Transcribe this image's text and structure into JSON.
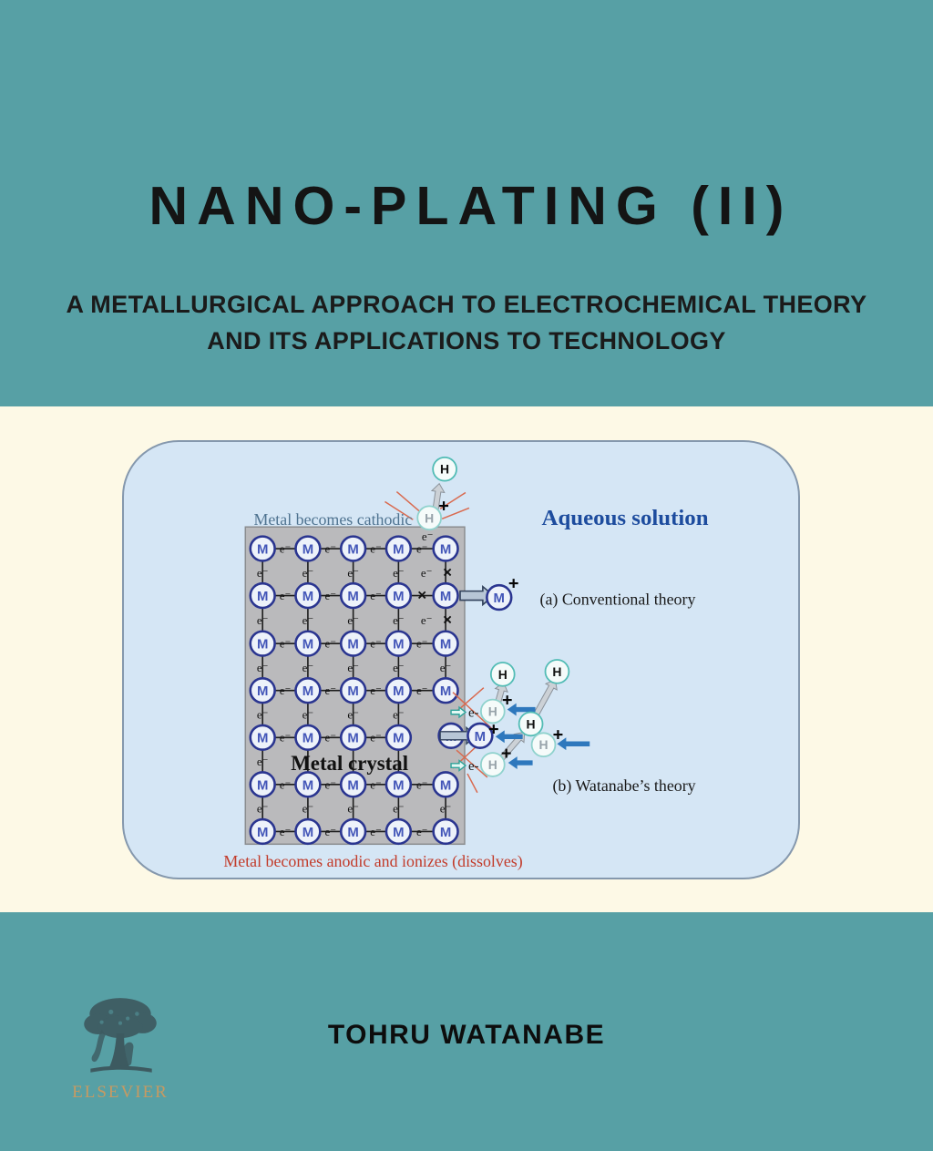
{
  "cover": {
    "title": "NANO-PLATING (II)",
    "subtitle_line1": "A METALLURGICAL APPROACH TO ELECTROCHEMICAL THEORY",
    "subtitle_line2": "AND ITS APPLICATIONS TO TECHNOLOGY",
    "author": "TOHRU WATANABE",
    "publisher": "ELSEVIER"
  },
  "colors": {
    "band_teal": "#57a0a5",
    "cream": "#fdf9e6",
    "panel_fill": "#d5e6f5",
    "panel_border": "#8598ad",
    "crystal_gray": "#bababc",
    "metal_ring": "#2a3590",
    "metal_letter": "#4356b8",
    "hydrogen_ring": "#52bcb5",
    "hydrogen_ring_adsorbed": "#8fd2cd",
    "hydrogen_letter_adsorbed": "#97a3aa",
    "arrow_blue": "#2e78bd",
    "arrow_gray": "#ccd1d6",
    "annotation_red": "#d96a4f",
    "label_blue": "#1d4c9e",
    "label_slate": "#4f7390",
    "label_red": "#c23b2a",
    "elsevier_orange": "#c79a62",
    "elsevier_tree": "#3d5a60"
  },
  "diagram": {
    "labels": {
      "cathodic": "Metal becomes cathodic",
      "aqueous": "Aqueous solution",
      "conventional": "(a) Conventional theory",
      "watanabe": "(b) Watanabe’s theory",
      "crystal": "Metal crystal",
      "anodic": "Metal becomes anodic and ionizes (dissolves)"
    },
    "symbols": {
      "metal": "M",
      "hydrogen": "H",
      "electron": "e⁻",
      "electron_transfer": "e-",
      "plus": "+",
      "broken_bond": "×"
    }
  }
}
